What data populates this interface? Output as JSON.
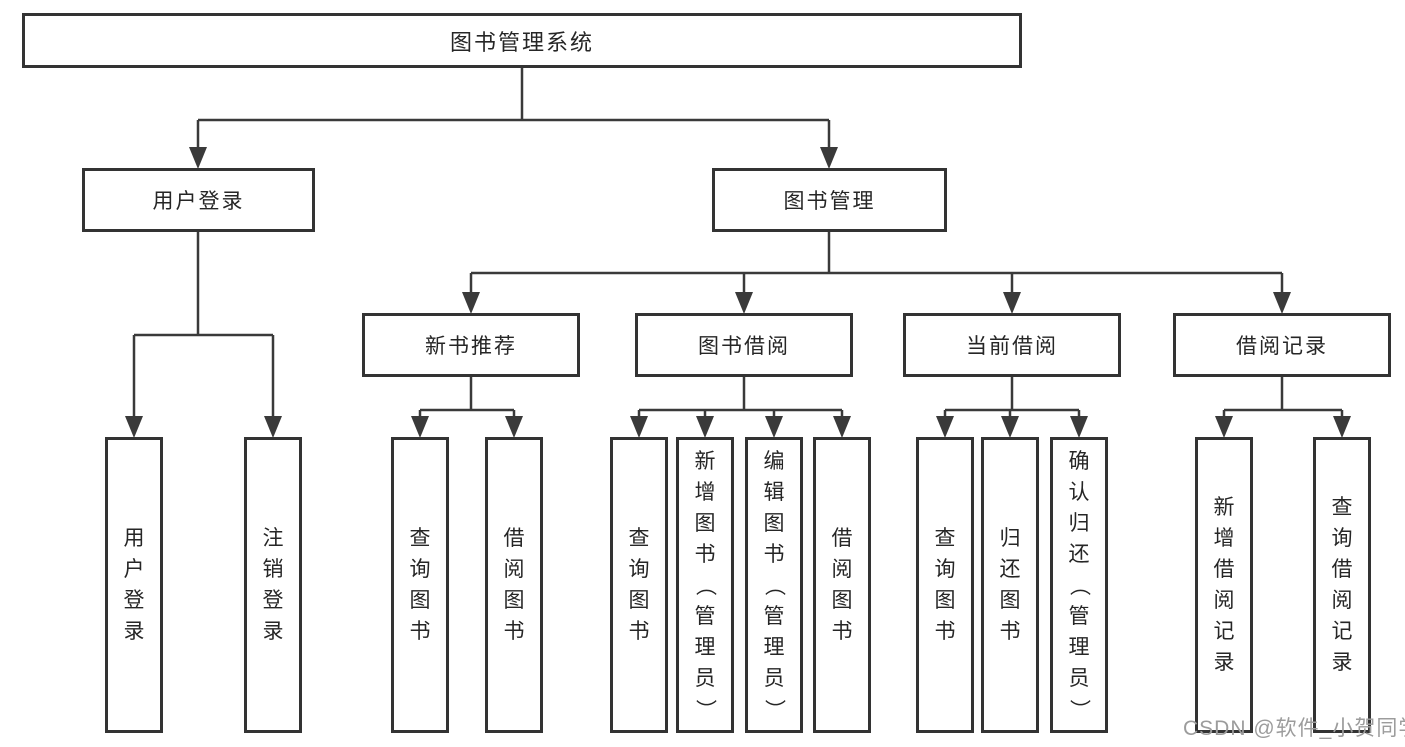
{
  "nodes": {
    "root": "图书管理系统",
    "user_login": "用户登录",
    "book_management": "图书管理",
    "new_book_recommendation": "新书推荐",
    "book_borrowing": "图书借阅",
    "current_borrowing": "当前借阅",
    "borrowing_records": "借阅记录",
    "leaf_user_login": "用户登录",
    "leaf_logout": "注销登录",
    "leaf_query_book_1": "查询图书",
    "leaf_borrow_book_1": "借阅图书",
    "leaf_query_book_2": "查询图书",
    "leaf_add_book_admin": "新增图书（管理员）",
    "leaf_edit_book_admin": "编辑图书（管理员）",
    "leaf_borrow_book_2": "借阅图书",
    "leaf_query_book_3": "查询图书",
    "leaf_return_book": "归还图书",
    "leaf_confirm_return_admin": "确认归还（管理员）",
    "leaf_add_borrow_record": "新增借阅记录",
    "leaf_query_borrow_record": "查询借阅记录"
  },
  "hierarchy": {
    "root": "图书管理系统",
    "children": [
      {
        "label": "用户登录",
        "children": [
          "用户登录",
          "注销登录"
        ]
      },
      {
        "label": "图书管理",
        "children": [
          {
            "label": "新书推荐",
            "children": [
              "查询图书",
              "借阅图书"
            ]
          },
          {
            "label": "图书借阅",
            "children": [
              "查询图书",
              "新增图书（管理员）",
              "编辑图书（管理员）",
              "借阅图书"
            ]
          },
          {
            "label": "当前借阅",
            "children": [
              "查询图书",
              "归还图书",
              "确认归还（管理员）"
            ]
          },
          {
            "label": "借阅记录",
            "children": [
              "新增借阅记录",
              "查询借阅记录"
            ]
          }
        ]
      }
    ]
  },
  "watermark": "CSDN @软件_小贺同学",
  "colors": {
    "line": "#3a3a3a",
    "border": "#333333",
    "text": "#262626",
    "watermark": "#9c9c9c",
    "background": "#ffffff"
  }
}
